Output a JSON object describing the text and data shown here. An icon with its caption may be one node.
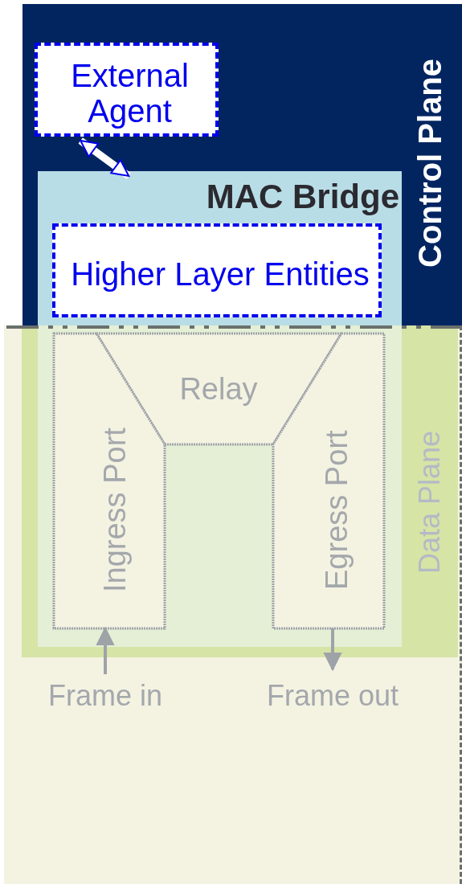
{
  "diagram": {
    "nodes": [
      {
        "text": [
          "Control Plane"
        ]
      },
      {
        "text": [
          "External Agent"
        ],
        "in": 0
      },
      {
        "text": [
          "MAC Bridge"
        ],
        "in": 0
      },
      {
        "text": [
          "Higher Layer Entities"
        ],
        "in": 2
      },
      {
        "text": [
          "Data Plane"
        ]
      },
      {
        "text": [
          "Relay"
        ],
        "in": 4
      },
      {
        "text": [
          "Ingress Port"
        ],
        "in": 4
      },
      {
        "text": [
          "Egress Port"
        ],
        "in": 4
      },
      {
        "text": [
          "Frame in"
        ],
        "in": 4
      },
      {
        "text": [
          "Frame out"
        ],
        "in": 4
      }
    ],
    "edges": [
      {
        "from": 1,
        "to": 2,
        "arrow": "both",
        "style": "thick",
        "color": "#ffffff"
      },
      {
        "from": 8,
        "to": 6,
        "arrow": "to"
      },
      {
        "from": 7,
        "to": 9,
        "arrow": "to"
      }
    ]
  }
}
